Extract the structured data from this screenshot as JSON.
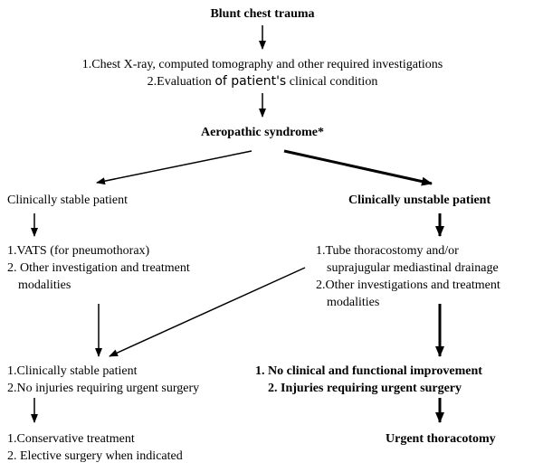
{
  "title": "Blunt chest trauma",
  "investigations": {
    "line1": "1.Chest X-ray, computed tomography and other required investigations",
    "line2_prefix": "2.Evaluation ",
    "line2_of": "of patient's",
    "line2_suffix": " clinical condition"
  },
  "syndrome": "Aeropathic syndrome*",
  "stable": {
    "heading": "Clinically stable patient",
    "steps": [
      "1.VATS (for pneumothorax)",
      "2. Other investigation and treatment",
      "modalities"
    ]
  },
  "unstable": {
    "heading": "Clinically unstable patient",
    "steps": [
      "1.Tube thoracostomy and/or",
      "suprajugular mediastinal drainage",
      "2.Other investigations  and  treatment",
      "modalities"
    ]
  },
  "stable_outcome": [
    "1.Clinically stable patient",
    "2.No injuries requiring  urgent surgery"
  ],
  "unstable_outcome": [
    "1. No clinical and functional improvement",
    "2. Injuries requiring urgent surgery"
  ],
  "stable_treatment": [
    "1.Conservative treatment",
    "2. Elective surgery when indicated"
  ],
  "final": "Urgent thoracotomy"
}
